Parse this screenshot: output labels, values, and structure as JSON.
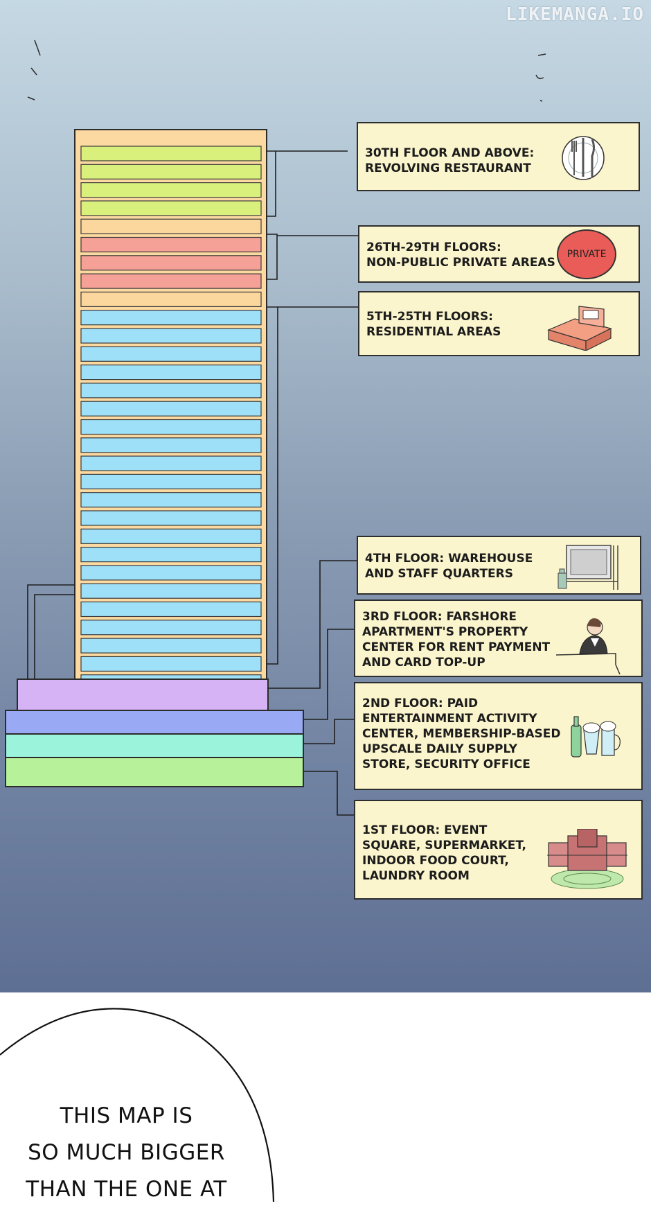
{
  "watermark": "LIKEMANGA.IO",
  "tower": {
    "floor_colors": {
      "restaurant": "#d9f07d",
      "divider": "#fbd79d",
      "private": "#f6a197",
      "residential": "#9ee0f8",
      "frame": "#fbd9a0",
      "floor4": "#d5b3f5",
      "floor3": "#9aa9f3",
      "floor2": "#9bf3dc",
      "floor1": "#b7f29b"
    }
  },
  "labels": {
    "restaurant": "30TH FLOOR AND ABOVE:\nREVOLVING RESTAURANT",
    "private": "26TH-29TH FLOORS:\nNON-PUBLIC PRIVATE AREAS",
    "private_badge": "PRIVATE",
    "residential": "5TH-25TH FLOORS:\nRESIDENTIAL AREAS",
    "floor4": "4TH FLOOR: WAREHOUSE\nAND STAFF QUARTERS",
    "floor3": "3RD FLOOR: FARSHORE\nAPARTMENT'S PROPERTY\nCENTER FOR RENT PAYMENT\nAND CARD TOP-UP",
    "floor2": "2ND FLOOR: PAID\nENTERTAINMENT ACTIVITY\nCENTER, MEMBERSHIP-BASED\nUPSCALE DAILY SUPPLY\nSTORE, SECURITY OFFICE",
    "floor1": "1ST FLOOR: EVENT\nSQUARE, SUPERMARKET,\nINDOOR FOOD COURT,\nLAUNDRY ROOM"
  },
  "icons": {
    "restaurant": "plate-cutlery-icon",
    "private": "private-badge-icon",
    "residential": "bed-icon",
    "floor4": "shelf-icon",
    "floor3": "receptionist-icon",
    "floor2": "drinks-icon",
    "floor1": "building-plaza-icon"
  },
  "speech_bubble": {
    "text": "THIS MAP IS\nSO MUCH BIGGER\nTHAN THE ONE AT"
  }
}
